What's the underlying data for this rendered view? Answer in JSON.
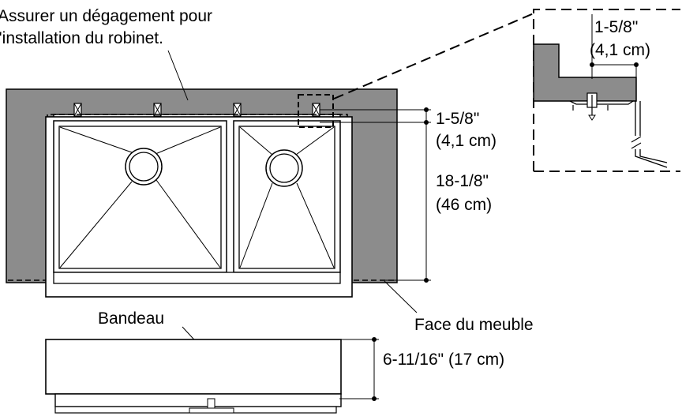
{
  "labels": {
    "clearance_line1": "Assurer un dégagement pour",
    "clearance_line2": "l'installation du robinet.",
    "detail_dim_line1": "1-5/8\"",
    "detail_dim_line2": "(4,1 cm)",
    "side_dim_line1": "1-5/8\"",
    "side_dim_line2": "(4,1 cm)",
    "depth_dim_line1": "18-1/8\"",
    "depth_dim_line2": "(46 cm)",
    "cabinet_face": "Face du meuble",
    "apron": "Bandeau",
    "apron_dim": "6-11/16\" (17 cm)"
  },
  "colors": {
    "countertop": "#8c8c8c",
    "stroke": "#000000",
    "background": "#ffffff"
  }
}
